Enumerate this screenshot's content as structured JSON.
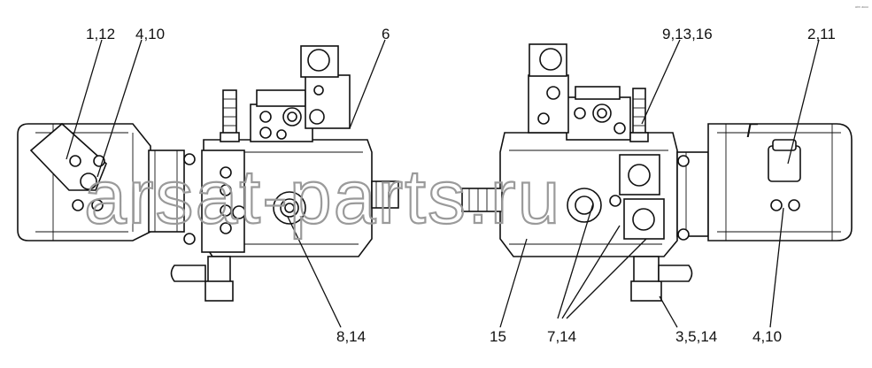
{
  "labels": {
    "l_1_12": "1,12",
    "l_4_10_top": "4,10",
    "l_6": "6",
    "l_9_13_16": "9,13,16",
    "l_2_11": "2,11",
    "l_8_14": "8,14",
    "l_15": "15",
    "l_7_14": "7,14",
    "l_3_5_14": "3,5,14",
    "l_4_10_bottom": "4,10",
    "view_mark": "Г"
  },
  "watermark": "arsat-parts.ru",
  "corner_mark": "ᵃᵗᵐ ᵃᵘᵘᵘ",
  "colors": {
    "line": "#111111",
    "watermark": "#9a9a9a"
  }
}
